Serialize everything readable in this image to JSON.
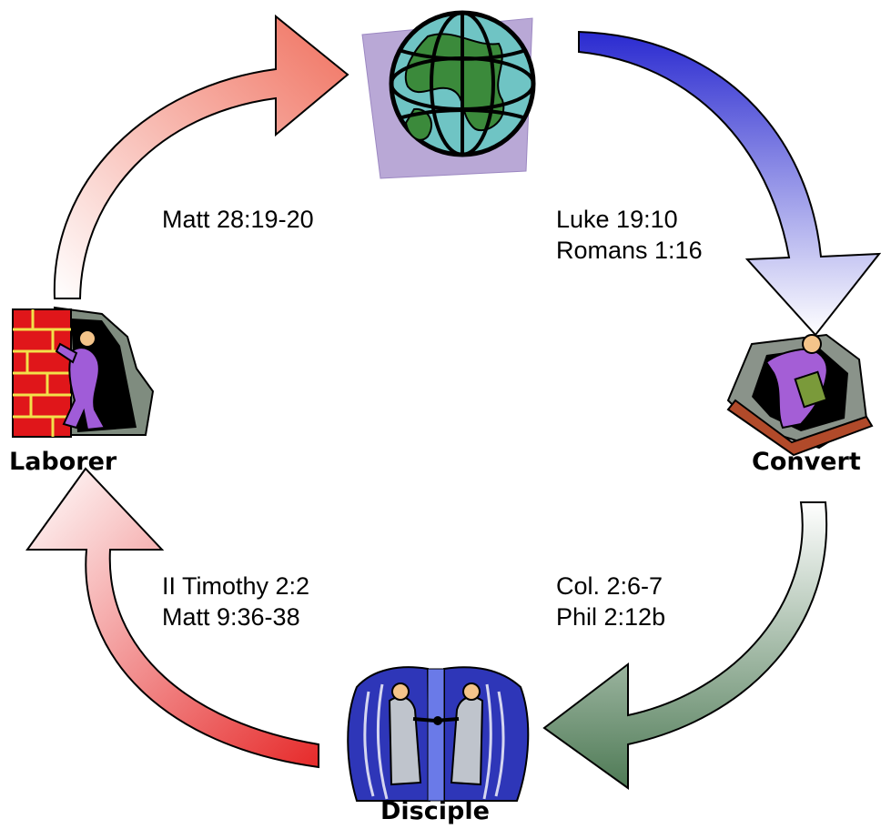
{
  "nodes": {
    "world": {
      "icon": "globe-icon"
    },
    "convert": {
      "label": "Convert",
      "icon": "person-emerging-with-book-icon"
    },
    "disciple": {
      "label": "Disciple",
      "icon": "two-men-meeting-icon"
    },
    "laborer": {
      "label": "Laborer",
      "icon": "person-building-brick-wall-icon"
    }
  },
  "references": {
    "world_to_convert": [
      "Luke 19:10",
      "Romans 1:16"
    ],
    "convert_to_disciple": [
      "Col. 2:6-7",
      "Phil 2:12b"
    ],
    "disciple_to_laborer": [
      "II Timothy 2:2",
      "Matt 9:36-38"
    ],
    "laborer_to_world": [
      "Matt 28:19-20"
    ]
  },
  "colors": {
    "arrow_world_convert": "#3b3bd6",
    "arrow_convert_disciple": "#5e8060",
    "arrow_disciple_laborer": "#e83030",
    "arrow_laborer_world": "#f07a6a"
  }
}
